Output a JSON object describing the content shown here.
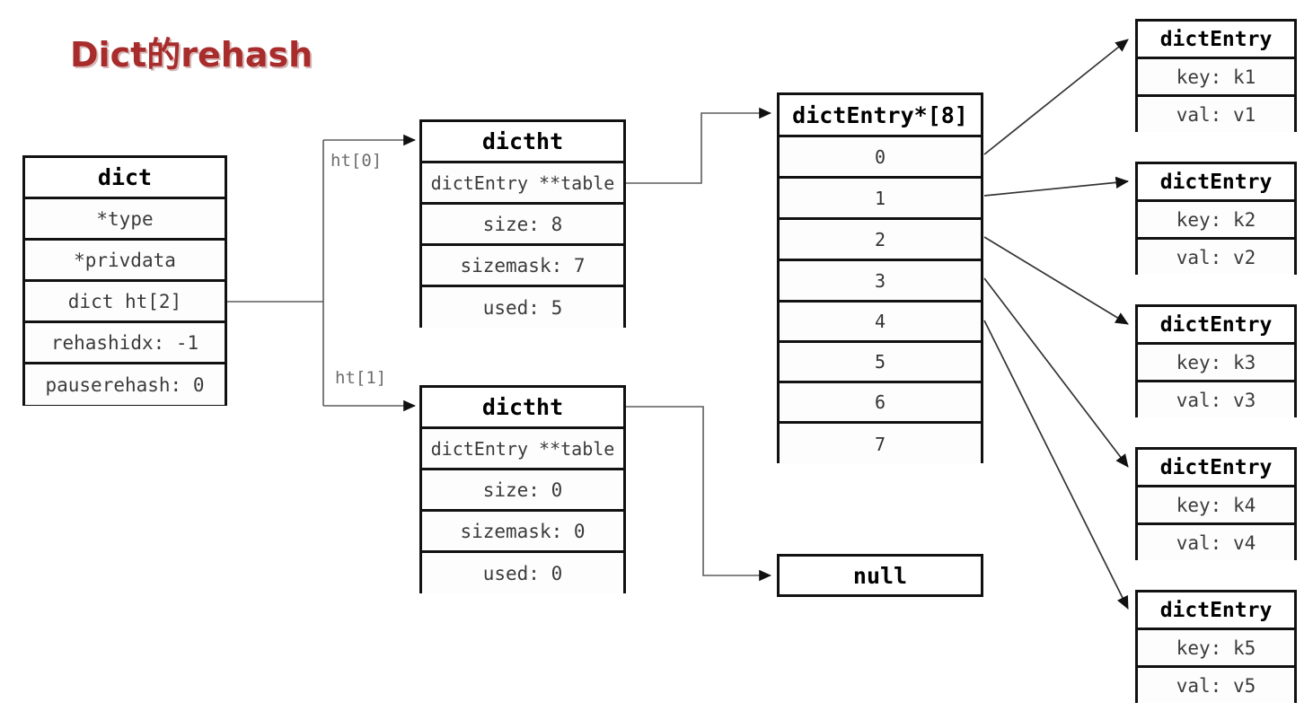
{
  "title": "Dict的rehash",
  "theme": {
    "title_color": "#a82c2c",
    "line_color": "#111111",
    "wire_color": "#5b5b5b",
    "background": "#ffffff"
  },
  "dict_box": {
    "header": "dict",
    "rows": [
      {
        "text": "*type"
      },
      {
        "text": "*privdata"
      },
      {
        "text": "dict ht[2]"
      },
      {
        "text": "rehashidx: -1"
      },
      {
        "text": "pauserehash: 0"
      }
    ]
  },
  "wire_labels": {
    "ht0": "ht[0]",
    "ht1": "ht[1]"
  },
  "dictht0": {
    "header": "dictht",
    "rows": [
      {
        "text": "dictEntry **table"
      },
      {
        "text": "size: 8"
      },
      {
        "text": "sizemask: 7"
      },
      {
        "text": "used: 5"
      }
    ]
  },
  "dictht1": {
    "header": "dictht",
    "rows": [
      {
        "text": "dictEntry **table"
      },
      {
        "text": "size: 0"
      },
      {
        "text": "sizemask: 0"
      },
      {
        "text": "used: 0"
      }
    ]
  },
  "bucket_array": {
    "header": "dictEntry*[8]",
    "slots": [
      "0",
      "1",
      "2",
      "3",
      "4",
      "5",
      "6",
      "7"
    ]
  },
  "null_box": {
    "header": "null"
  },
  "entries": [
    {
      "header": "dictEntry",
      "key": "key: k1",
      "val": "val: v1"
    },
    {
      "header": "dictEntry",
      "key": "key: k2",
      "val": "val: v2"
    },
    {
      "header": "dictEntry",
      "key": "key: k3",
      "val": "val: v3"
    },
    {
      "header": "dictEntry",
      "key": "key: k4",
      "val": "val: v4"
    },
    {
      "header": "dictEntry",
      "key": "key: k5",
      "val": "val: v5"
    }
  ]
}
